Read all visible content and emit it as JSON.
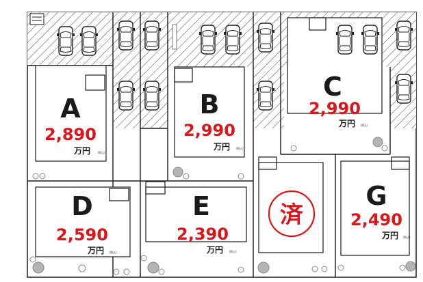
{
  "lots": [
    {
      "id": "lot-a",
      "letter": "A",
      "price": "2,890",
      "unit": "万円",
      "tax": "(税込)",
      "status": "available"
    },
    {
      "id": "lot-b",
      "letter": "B",
      "price": "2,990",
      "unit": "万円",
      "tax": "(税込)",
      "status": "available"
    },
    {
      "id": "lot-c",
      "letter": "C",
      "price": "2,990",
      "unit": "万円",
      "tax": "(税込)",
      "status": "available"
    },
    {
      "id": "lot-d",
      "letter": "D",
      "price": "2,590",
      "unit": "万円",
      "tax": "(税込)",
      "status": "available"
    },
    {
      "id": "lot-e",
      "letter": "E",
      "price": "2,390",
      "unit": "万円",
      "tax": "(税込)",
      "status": "available"
    },
    {
      "id": "lot-f",
      "letter": "",
      "price": "",
      "unit": "",
      "tax": "",
      "status": "sold"
    },
    {
      "id": "lot-g",
      "letter": "G",
      "price": "2,490",
      "unit": "万円",
      "tax": "(税込)",
      "status": "available"
    }
  ],
  "sold_mark": "済",
  "colors": {
    "price": "#d8161b",
    "outline": "#1a1a1a",
    "hatch": "#555555",
    "tree": "#9a9a9a"
  },
  "icons": [
    "car-icon",
    "tree-icon",
    "parking-sign-icon",
    "hatched-area"
  ]
}
